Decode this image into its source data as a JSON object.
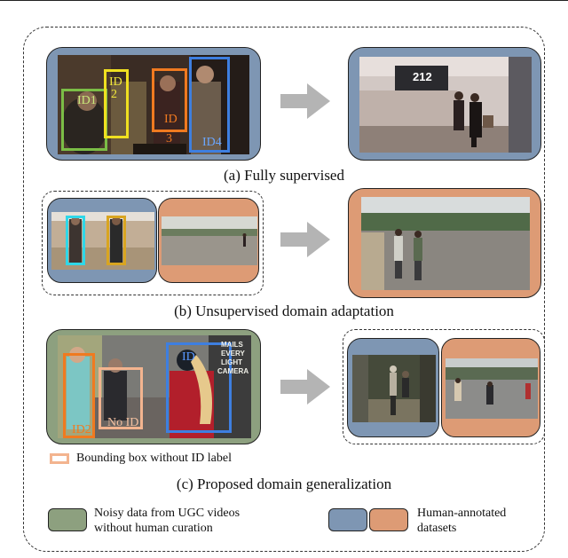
{
  "captions": {
    "a": "(a) Fully supervised",
    "b": "(b) Unsupervised domain adaptation",
    "c": "(c) Proposed domain generalization"
  },
  "panel_a": {
    "labels": {
      "id1": "ID1",
      "id2_top": "ID",
      "id2_bot": "2",
      "id3_top": "ID",
      "id3_bot": "3",
      "id4": "ID4"
    },
    "sign": "212"
  },
  "panel_c": {
    "labels": {
      "id2": "ID2",
      "noid": "No ID",
      "id": "ID"
    },
    "signs": [
      "MAILS",
      "EVERY",
      "LIGHT",
      "CAMERA"
    ]
  },
  "legend": {
    "bbox": {
      "text": "Bounding box without ID label"
    },
    "green": {
      "text": "Noisy data from UGC videos without human curation"
    },
    "annotated": {
      "text": "Human-annotated datasets"
    }
  },
  "colors": {
    "labeled_blue": "#7e96b3",
    "labeled_orange": "#dd9b75",
    "ugc_green": "#8da07f",
    "bbox_no_id": "#f3b48f",
    "arrow": "#b4b4b4"
  }
}
